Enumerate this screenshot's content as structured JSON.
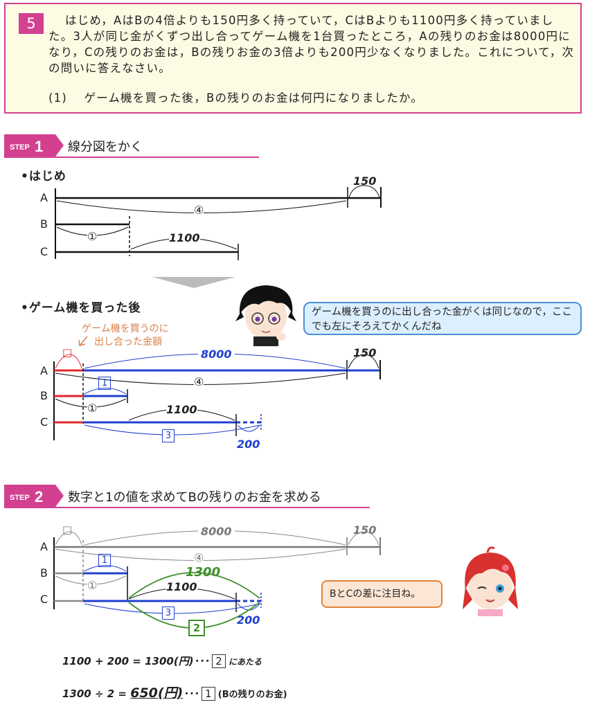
{
  "problem": {
    "number": "5",
    "text": "はじめ，AはBの4倍よりも150円多く持っていて，CはBよりも1100円多く持っていました。3人が同じ金がくずつ出し合ってゲーム機を1台買ったところ，Aの残りのお金は8000円になり，Cの残りのお金は，Bの残りお金の3倍よりも200円少なくなりました。これについて，次の問いに答えなさい。",
    "subq_num": "(1)",
    "subq_text": "ゲーム機を買った後，Bの残りのお金は何円になりましたか。"
  },
  "step1": {
    "badge": "STEP",
    "num": "1",
    "title": "線分図をかく"
  },
  "step2": {
    "badge": "STEP",
    "num": "2",
    "title": "数字と1の値を求めてBの残りのお金を求める"
  },
  "diagram1": {
    "section": "•はじめ",
    "rows": [
      "A",
      "B",
      "C"
    ],
    "a_extra": "150",
    "a_units": "④",
    "b_units": "①",
    "c_diff": "1100"
  },
  "diagram2": {
    "section": "•ゲーム機を買った後",
    "rows": [
      "A",
      "B",
      "C"
    ],
    "note": [
      "ゲーム機を買うのに",
      "出し合った金額"
    ],
    "spent_box": "□",
    "a_remaining": "8000",
    "a_extra": "150",
    "a_units": "④",
    "b_box": "1",
    "b_units": "①",
    "c_diff": "1100",
    "c_box": "3",
    "c_short": "200"
  },
  "bubble1": "ゲーム機を買うのに出し合った金がくは同じなので，ここでも左にそろえてかくんだね",
  "diagram3": {
    "rows": [
      "A",
      "B",
      "C"
    ],
    "spent_box": "□",
    "a_remaining": "8000",
    "a_extra": "150",
    "a_units": "④",
    "b_box": "1",
    "b_units": "①",
    "green_total": "1300",
    "c_diff": "1100",
    "c_box": "3",
    "green_box": "2",
    "c_short": "200"
  },
  "bubble2": "BとCの差に注目ね。",
  "calc1": {
    "expr": "1100 + 200 = 1300(円)･･･",
    "box": "2",
    "suffix": "にあたる"
  },
  "calc2": {
    "expr": "1300 ÷ 2 = ",
    "answer": "650(円)",
    "dots": "･･･",
    "box": "1",
    "suffix": "(Bの残りのお金)"
  },
  "colors": {
    "accent": "#d2408f",
    "blue": "#1f3fd1",
    "red": "#e0272d",
    "green": "#3e8f2a",
    "gray": "#888888"
  }
}
